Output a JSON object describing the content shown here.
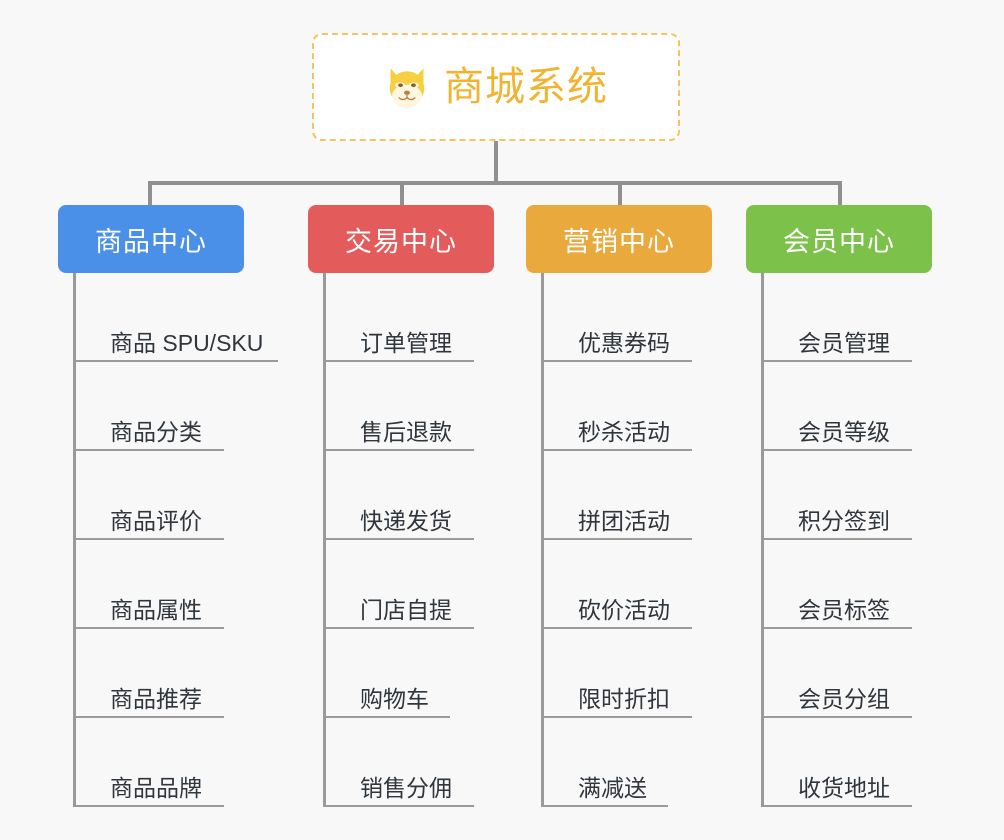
{
  "page": {
    "background_color": "#f8f8f8",
    "title": "商城系统 功能架构图"
  },
  "root": {
    "label": "商城系统",
    "icon": "shiba-dog-face-icon",
    "text_color": "#f0b430",
    "border_color": "#f5c45e",
    "background_color": "#ffffff"
  },
  "connector": {
    "color": "#909090"
  },
  "columns": [
    {
      "id": "product-center",
      "label": "商品中心",
      "color": "#4a90e8",
      "color_name": "blue",
      "items": [
        {
          "label": "商品 SPU/SKU",
          "rule_width": 202
        },
        {
          "label": "商品分类",
          "rule_width": 148
        },
        {
          "label": "商品评价",
          "rule_width": 148
        },
        {
          "label": "商品属性",
          "rule_width": 148
        },
        {
          "label": "商品推荐",
          "rule_width": 148
        },
        {
          "label": "商品品牌",
          "rule_width": 148
        }
      ]
    },
    {
      "id": "trade-center",
      "label": "交易中心",
      "color": "#e35b5b",
      "color_name": "red",
      "items": [
        {
          "label": "订单管理",
          "rule_width": 148
        },
        {
          "label": "售后退款",
          "rule_width": 148
        },
        {
          "label": "快递发货",
          "rule_width": 148
        },
        {
          "label": "门店自提",
          "rule_width": 148
        },
        {
          "label": "购物车",
          "rule_width": 124
        },
        {
          "label": "销售分佣",
          "rule_width": 148
        }
      ]
    },
    {
      "id": "marketing-center",
      "label": "营销中心",
      "color": "#eaa93c",
      "color_name": "orange",
      "items": [
        {
          "label": "优惠券码",
          "rule_width": 148
        },
        {
          "label": "秒杀活动",
          "rule_width": 148
        },
        {
          "label": "拼团活动",
          "rule_width": 148
        },
        {
          "label": "砍价活动",
          "rule_width": 148
        },
        {
          "label": "限时折扣",
          "rule_width": 148
        },
        {
          "label": "满减送",
          "rule_width": 124
        }
      ]
    },
    {
      "id": "member-center",
      "label": "会员中心",
      "color": "#7cc14a",
      "color_name": "green",
      "items": [
        {
          "label": "会员管理",
          "rule_width": 148
        },
        {
          "label": "会员等级",
          "rule_width": 148
        },
        {
          "label": "积分签到",
          "rule_width": 148
        },
        {
          "label": "会员标签",
          "rule_width": 148
        },
        {
          "label": "会员分组",
          "rule_width": 148
        },
        {
          "label": "收货地址",
          "rule_width": 148
        }
      ]
    }
  ]
}
